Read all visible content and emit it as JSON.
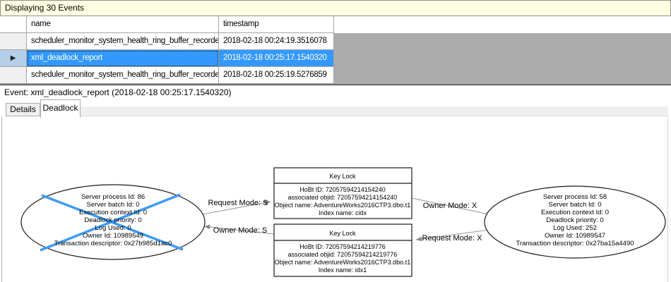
{
  "info_bar": {
    "text": "Displaying 30 Events"
  },
  "table": {
    "columns": {
      "name": "name",
      "timestamp": "timestamp"
    },
    "row_indicator": "▶",
    "rows": [
      {
        "name": "scheduler_monitor_system_health_ring_buffer_recorded",
        "timestamp": "2018-02-18 00:24:19.3516078"
      },
      {
        "name": "xml_deadlock_report",
        "timestamp": "2018-02-18 00:25:17.1540320"
      },
      {
        "name": "scheduler_monitor_system_health_ring_buffer_recorded",
        "timestamp": "2018-02-18 00:25:19.5276859"
      }
    ],
    "selected_row_index": 1
  },
  "event_bar": {
    "text": "Event: xml_deadlock_report (2018-02-18 00:25:17.1540320)"
  },
  "tabs": [
    {
      "label": "Details",
      "active": false
    },
    {
      "label": "Deadlock",
      "active": true
    }
  ],
  "graph": {
    "left_process": {
      "victim": true,
      "lines": [
        "Server process Id: 86",
        "Server batch Id: 0",
        "Execution context Id: 0",
        "Deadlock priority: 0",
        "Log Used: 0",
        "Owner Id: 10989549",
        "Transaction descriptor: 0x27b985d1ac0"
      ]
    },
    "right_process": {
      "victim": false,
      "lines": [
        "Server process Id: 58",
        "Server batch Id: 0",
        "Execution context Id: 0",
        "Deadlock priority: 0",
        "Log Used: 252",
        "Owner Id: 10989547",
        "Transaction descriptor: 0x27ba15a4490"
      ]
    },
    "top_resource": {
      "title": "Key Lock",
      "lines": [
        "HoBt ID: 72057594214154240",
        "associated objid: 72057594214154240",
        "Object name: AdventureWorks2016CTP3.dbo.t1",
        "Index name: cidx"
      ]
    },
    "bottom_resource": {
      "title": "Key Lock",
      "lines": [
        "HoBt ID: 72057594214219776",
        "associated objid: 72057594214219776",
        "Object name: AdventureWorks2016CTP3.dbo.t1",
        "Index name: idx1"
      ]
    },
    "edges": {
      "request_s": "Request Mode: S",
      "owner_s": "Owner Mode: S",
      "owner_x": "Owner Mode: X",
      "request_x": "Request Mode: X"
    },
    "colors": {
      "victim_cross": "#3E9BF5",
      "selection": "#3399FF",
      "arrow": "#9A9A9A"
    }
  }
}
